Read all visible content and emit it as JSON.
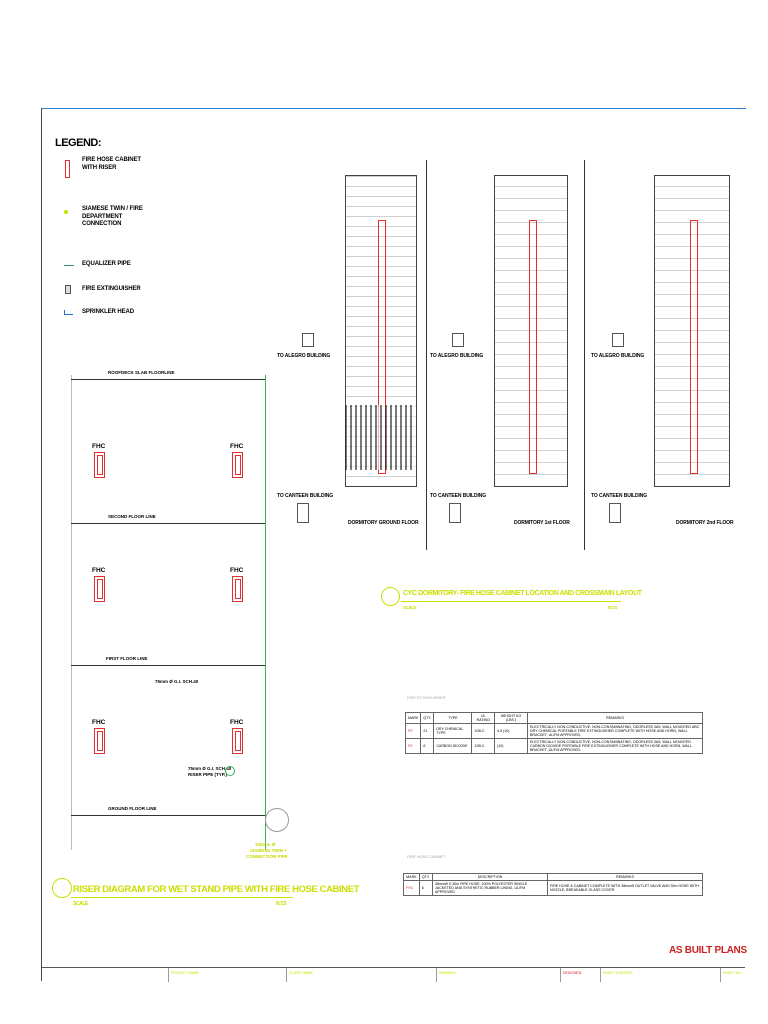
{
  "legend": {
    "title": "LEGEND:",
    "items": [
      {
        "label": "FIRE HOSE CABINET WITH RISER",
        "icon": "fire-hose-cabinet-icon"
      },
      {
        "label": "SIAMESE TWIN / FIRE DEPARTMENT CONNECTION",
        "icon": "siamese-connection-icon"
      },
      {
        "label": "EQUALIZER PIPE",
        "icon": "equalizer-pipe-icon"
      },
      {
        "label": "FIRE EXTINGUISHER",
        "icon": "fire-extinguisher-icon"
      },
      {
        "label": "SPRINKLER HEAD",
        "icon": "sprinkler-head-icon"
      }
    ]
  },
  "riser": {
    "fhc": "FHC",
    "roofdeck": "ROOFDECK  SLAB FLOORLINE",
    "second": "SECOND FLOOR LINE",
    "first": "FIRST FLOOR LINE",
    "ground": "GROUND FLOOR LINE",
    "pipe_size": "75mm Ø G.I. SCH.40",
    "riser_note_1": "75mm Ø G.I. SCH.40",
    "riser_note_2": "RISER PIPE (TYP.)",
    "siamese_1": "100mm Ø",
    "siamese_2": "SIAMESE TWIN +",
    "siamese_3": "CONNECTION PIPE",
    "title": "RISER DIAGRAM FOR WET STAND PIPE WITH FIRE HOSE CABINET",
    "scale_label": "SCALE",
    "scale_value": "N.T.S"
  },
  "plans": [
    {
      "name": "DORMITORY GROUND FLOOR",
      "to_alegro": "TO ALEGRO BUILDING",
      "to_canteen": "TO CANTEEN BUILDING"
    },
    {
      "name": "DORMITORY 1st FLOOR",
      "to_alegro": "TO ALEGRO BUILDING",
      "to_canteen": "TO CANTEEN BUILDING"
    },
    {
      "name": "DORMITORY 2nd FLOOR",
      "to_alegro": "TO ALEGRO BUILDING",
      "to_canteen": "TO CANTEEN BUILDING"
    }
  ],
  "layout_title": {
    "title": "CYC DORMITORY- FIRE HOSE CABINET LOCATION AND CROSSMAIN LAYOUT",
    "scale_label": "SCALE",
    "scale_value": "N.T.S"
  },
  "extinguisher_table": {
    "caption": "FIRE EXTINGUISHER",
    "headers": [
      "MARK",
      "QTY.",
      "TYPE",
      "UL RATING",
      "WEIGHT KG (LBS.)",
      "REMARKS"
    ],
    "rows": [
      {
        "mark": "FE",
        "qty": "21",
        "type": "DRY CHEMICAL TYPE",
        "rating": "10B:C",
        "weight": "4.5 (10)",
        "remarks": "ELECTRICALLY NON-CONDUCTIVE, NON-CONTAMINATING, ODORLESS 3A5, WALL MOUNTED ABC DRY CHEMICAL PORTABLE FIRE EXTINGUISHER COMPLETE WITH HOSE AND HORN, WALL BRACKET, UL/FM APPROVED."
      },
      {
        "mark": "FE",
        "qty": "6",
        "type": "CARBON DIOXIDE",
        "rating": "10B:C",
        "weight": "(10)",
        "remarks": "ELECTRICALLY NON-CONDUCTIVE, NON-CONTAMINATING, ODORLESS 3A5, WALL MOUNTED CARBON DIOXIDE PORTABLE FIRE EXTINGUISHER COMPLETE WITH HOSE AND HORN, WALL BRACKET, UL/FM APPROVED."
      }
    ]
  },
  "cabinet_table": {
    "caption": "FIRE HOSE CABINET",
    "headers": [
      "MARK",
      "QTY.",
      "DESCRIPTION",
      "REMARKS"
    ],
    "rows": [
      {
        "mark": "FHC",
        "qty": "6",
        "description": "38mmØ X 30m FIRE HOSE, 100% POLYESTER SINGLE JACKETED AND SYNTHETIC RUBBER LINING, UL/FM APPROVED",
        "remarks": "FIRE HOSE & CABINET COMPLETE WITH 38mmØ OUTLET VALVE AND 30m HOSE WITH NOZZLE, BREAKABLE GLASS COVER"
      }
    ]
  },
  "stamp": "AS BUILT PLANS",
  "title_block": [
    "PROJECT NAME:",
    "CLIENT NAME:",
    "DRAWING:",
    "DESIGNED:",
    "SHEET CONTENT:",
    "SHEET NO.:"
  ],
  "colors": {
    "fhc": "#e03030",
    "accent": "#c9e000",
    "stamp": "#cc1f1f",
    "border": "#2a7fd6"
  }
}
